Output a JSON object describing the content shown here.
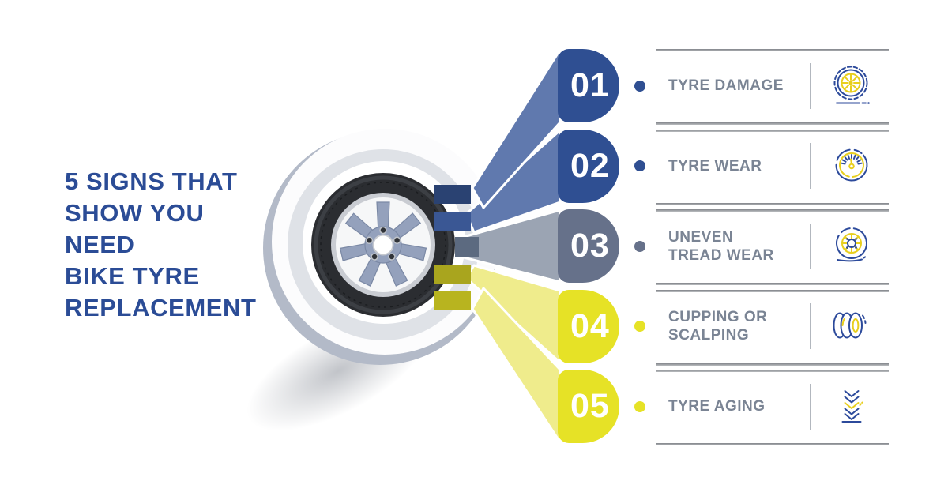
{
  "title": {
    "text": "5 SIGNS THAT\nSHOW YOU\nNEED\nBIKE TYRE\nREPLACEMENT"
  },
  "colors": {
    "title_blue": "#2B4C96",
    "blue": "#2F4F92",
    "blue_light": "#6079AE",
    "navy_tab": "#2A4272",
    "blue_tab": "#3A5794",
    "slate": "#66718A",
    "slate_light": "#9BA4B3",
    "slate_tab": "#5C6A80",
    "yellow": "#E6E226",
    "yellow_light": "#EFEC8C",
    "olive_tab": "#A9A51E",
    "dark_yellow_tab": "#B8B41F",
    "label_gray": "#7A8494",
    "line_gray": "#8F9295",
    "icon_blue": "#2C4A9B",
    "icon_yellow": "#E8CF1E",
    "number_white": "#FFFFFF"
  },
  "items": [
    {
      "number": "01",
      "label": "TYRE DAMAGE",
      "icon": "tyre-damage-icon",
      "theme": "blue"
    },
    {
      "number": "02",
      "label": "TYRE WEAR",
      "icon": "tyre-wear-icon",
      "theme": "blue"
    },
    {
      "number": "03",
      "label": "UNEVEN\nTREAD WEAR",
      "icon": "uneven-tread-wear-icon",
      "theme": "slate"
    },
    {
      "number": "04",
      "label": "CUPPING OR\nSCALPING",
      "icon": "cupping-scalping-icon",
      "theme": "yellow"
    },
    {
      "number": "05",
      "label": "TYRE AGING",
      "icon": "tyre-aging-icon",
      "theme": "yellow"
    }
  ]
}
